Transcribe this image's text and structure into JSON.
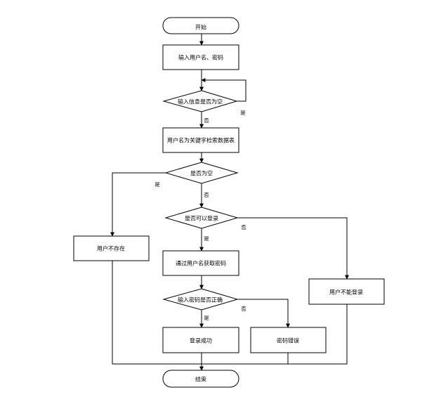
{
  "flowchart": {
    "start": "开始",
    "input_credentials": "输入用户名、密码",
    "check_empty_input": "输入信息是否为空",
    "search_by_username": "用户名为关键字检索数据表",
    "check_empty_result": "是否为空",
    "user_not_exist": "用户不存在",
    "check_can_login": "是否可以登录",
    "get_password": "通过用户名获取密码",
    "cannot_login": "用户不能登录",
    "check_password": "输入密码是否正确",
    "login_success": "登录成功",
    "password_error": "密码错误",
    "end": "结束"
  },
  "edge_labels": {
    "input_empty_yes": "是",
    "input_empty_no": "否",
    "result_empty_yes": "是",
    "result_empty_no": "否",
    "can_login_yes": "是",
    "can_login_no": "否",
    "password_yes": "是",
    "password_no": "否"
  }
}
